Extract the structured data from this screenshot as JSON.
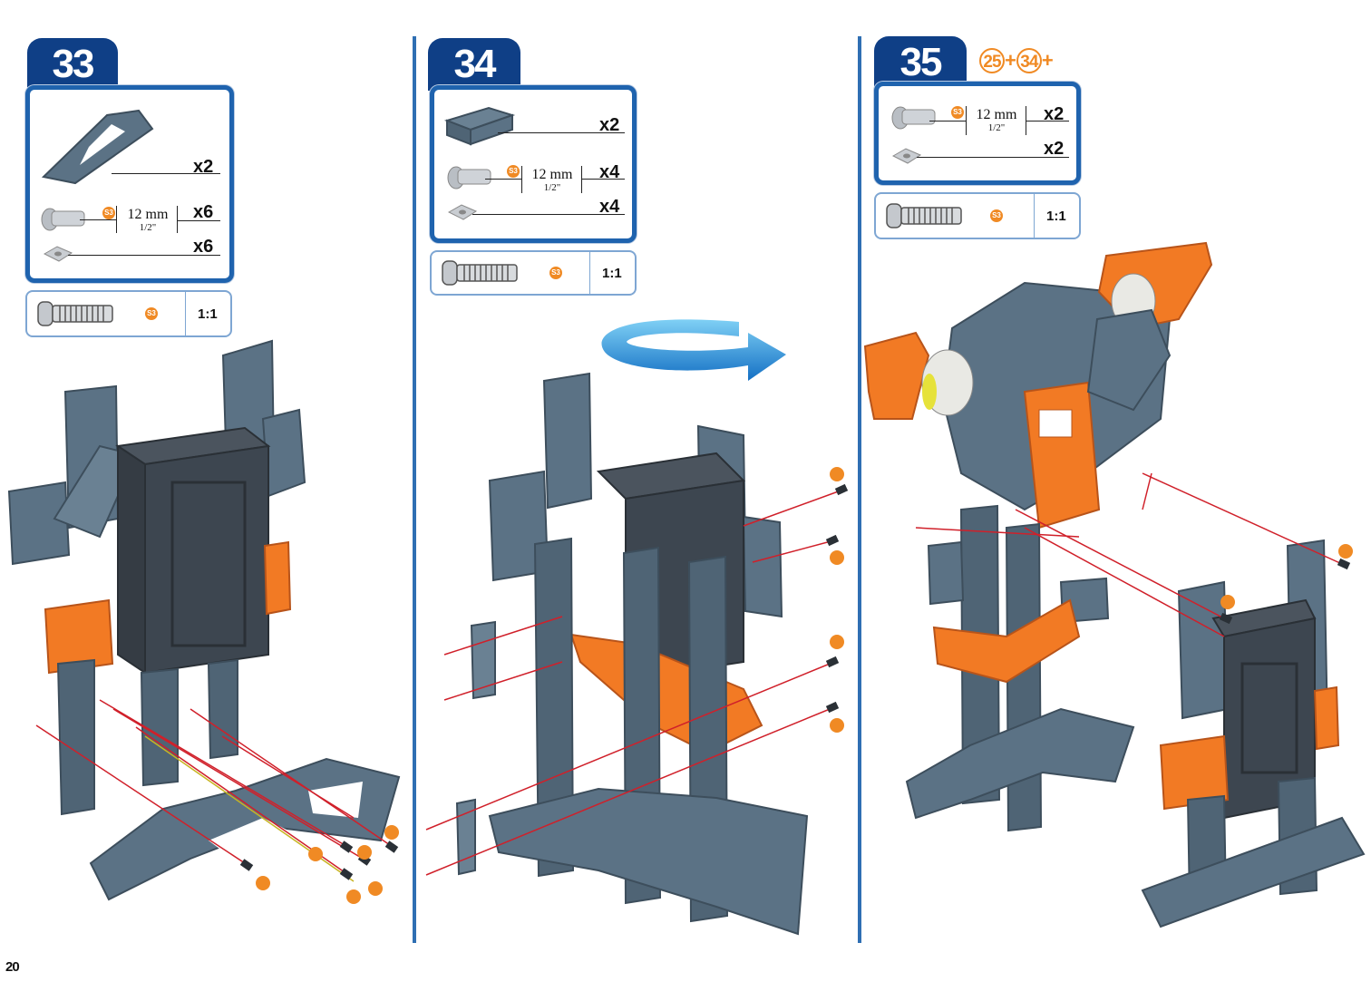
{
  "page_number": "20",
  "badge_label": "S3",
  "steps": [
    {
      "number": "33",
      "parts": [
        {
          "name": "plate-bracket",
          "qty": "x2"
        },
        {
          "name": "screw",
          "size": "12 mm",
          "size_imperial": "1/2\"",
          "qty": "x6"
        },
        {
          "name": "nut",
          "qty": "x6"
        }
      ],
      "scale": "1:1"
    },
    {
      "number": "34",
      "parts": [
        {
          "name": "connector",
          "qty": "x2"
        },
        {
          "name": "screw",
          "size": "12 mm",
          "size_imperial": "1/2\"",
          "qty": "x4"
        },
        {
          "name": "nut",
          "qty": "x4"
        }
      ],
      "scale": "1:1"
    },
    {
      "number": "35",
      "refs": [
        "25",
        "34"
      ],
      "parts": [
        {
          "name": "screw",
          "size": "12 mm",
          "size_imperial": "1/2\"",
          "qty": "x2"
        },
        {
          "name": "nut",
          "qty": "x2"
        }
      ],
      "scale": "1:1"
    }
  ],
  "colors": {
    "frame": "#5b7285",
    "accent": "#f27a24",
    "tab": "#0f3f86",
    "divider": "#2f6fb3",
    "servo": "#3d4650"
  }
}
